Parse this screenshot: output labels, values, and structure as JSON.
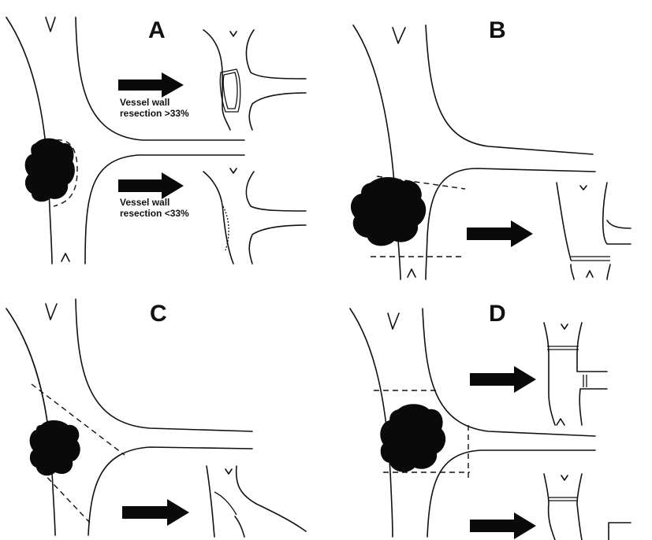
{
  "figure": {
    "panels": [
      {
        "letter": "A",
        "notes": [
          {
            "line1": "Vessel wall",
            "line2": "resection >33%"
          },
          {
            "line1": "Vessel wall",
            "line2": "resection <33%"
          }
        ]
      },
      {
        "letter": "B",
        "notes": []
      },
      {
        "letter": "C",
        "notes": []
      },
      {
        "letter": "D",
        "notes": []
      }
    ],
    "colors": {
      "ink": "#111111",
      "tumor": "#0a0a0a",
      "background": "#ffffff"
    },
    "icons": [
      "arrow-right-icon",
      "tumor-mass-icon"
    ]
  }
}
